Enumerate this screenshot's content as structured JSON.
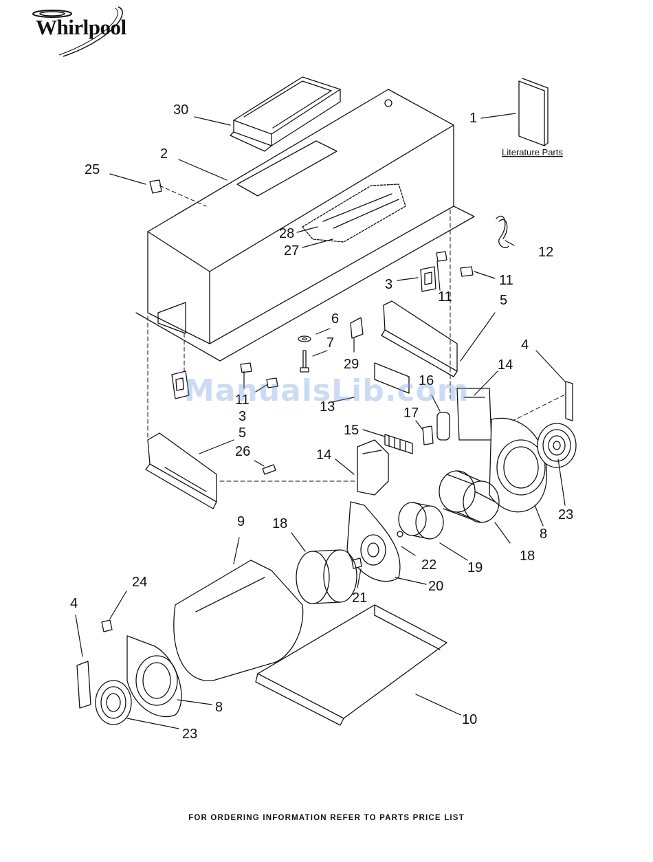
{
  "brand": {
    "name": "Whirlpool"
  },
  "diagram": {
    "literature_caption": "Literature Parts",
    "callouts": [
      {
        "id": "c1",
        "text": "1"
      },
      {
        "id": "c2",
        "text": "2"
      },
      {
        "id": "c3a",
        "text": "3"
      },
      {
        "id": "c3b",
        "text": "3"
      },
      {
        "id": "c4a",
        "text": "4"
      },
      {
        "id": "c4b",
        "text": "4"
      },
      {
        "id": "c5a",
        "text": "5"
      },
      {
        "id": "c5b",
        "text": "5"
      },
      {
        "id": "c6",
        "text": "6"
      },
      {
        "id": "c7",
        "text": "7"
      },
      {
        "id": "c8a",
        "text": "8"
      },
      {
        "id": "c8b",
        "text": "8"
      },
      {
        "id": "c9",
        "text": "9"
      },
      {
        "id": "c10",
        "text": "10"
      },
      {
        "id": "c11a",
        "text": "11"
      },
      {
        "id": "c11b",
        "text": "11"
      },
      {
        "id": "c11c",
        "text": "11"
      },
      {
        "id": "c12",
        "text": "12"
      },
      {
        "id": "c13",
        "text": "13"
      },
      {
        "id": "c14a",
        "text": "14"
      },
      {
        "id": "c14b",
        "text": "14"
      },
      {
        "id": "c15",
        "text": "15"
      },
      {
        "id": "c16",
        "text": "16"
      },
      {
        "id": "c17",
        "text": "17"
      },
      {
        "id": "c18a",
        "text": "18"
      },
      {
        "id": "c18b",
        "text": "18"
      },
      {
        "id": "c19",
        "text": "19"
      },
      {
        "id": "c20",
        "text": "20"
      },
      {
        "id": "c21",
        "text": "21"
      },
      {
        "id": "c22",
        "text": "22"
      },
      {
        "id": "c23a",
        "text": "23"
      },
      {
        "id": "c23b",
        "text": "23"
      },
      {
        "id": "c24",
        "text": "24"
      },
      {
        "id": "c25",
        "text": "25"
      },
      {
        "id": "c26",
        "text": "26"
      },
      {
        "id": "c27",
        "text": "27"
      },
      {
        "id": "c28",
        "text": "28"
      },
      {
        "id": "c29",
        "text": "29"
      },
      {
        "id": "c30",
        "text": "30"
      }
    ]
  },
  "watermark": "ManualsLib.com",
  "footer": "FOR ORDERING INFORMATION REFER TO PARTS PRICE LIST"
}
